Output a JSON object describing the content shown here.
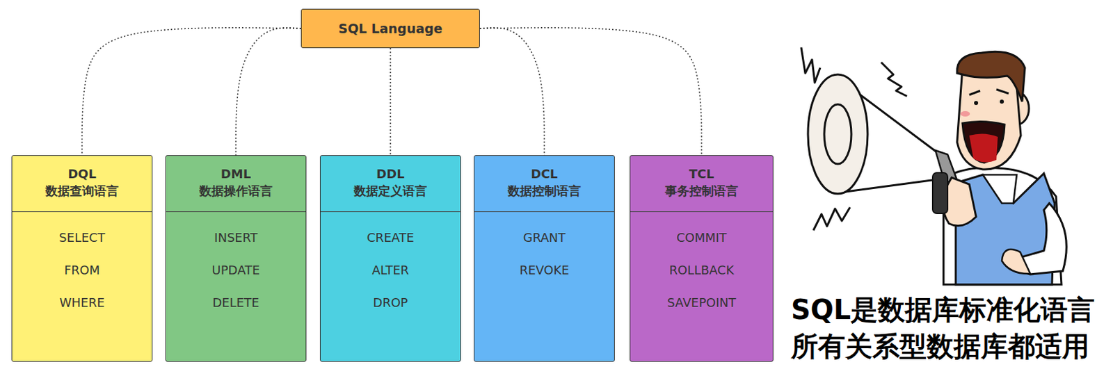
{
  "diagram": {
    "nodes": [
      {
        "text": [
          "SQL Language"
        ]
      },
      {
        "text": [
          "DQL",
          "数据查询语言",
          "SELECT",
          "FROM",
          "WHERE"
        ]
      },
      {
        "text": [
          "DML",
          "数据操作语言",
          "INSERT",
          "UPDATE",
          "DELETE"
        ]
      },
      {
        "text": [
          "DDL",
          "数据定义语言",
          "CREATE",
          "ALTER",
          "DROP"
        ]
      },
      {
        "text": [
          "DCL",
          "数据控制语言",
          "GRANT",
          "REVOKE"
        ]
      },
      {
        "text": [
          "TCL",
          "事务控制语言",
          "COMMIT",
          "ROLLBACK",
          "SAVEPOINT"
        ]
      }
    ],
    "edges": [
      {
        "from": 0,
        "to": 1,
        "arrow": "none"
      },
      {
        "from": 0,
        "to": 2,
        "arrow": "none"
      },
      {
        "from": 0,
        "to": 3,
        "arrow": "none"
      },
      {
        "from": 0,
        "to": 4,
        "arrow": "none"
      },
      {
        "from": 0,
        "to": 5,
        "arrow": "none"
      }
    ],
    "labels": [
      "SQL是数据库标准化语言",
      "所有关系型数据库都适用"
    ]
  }
}
